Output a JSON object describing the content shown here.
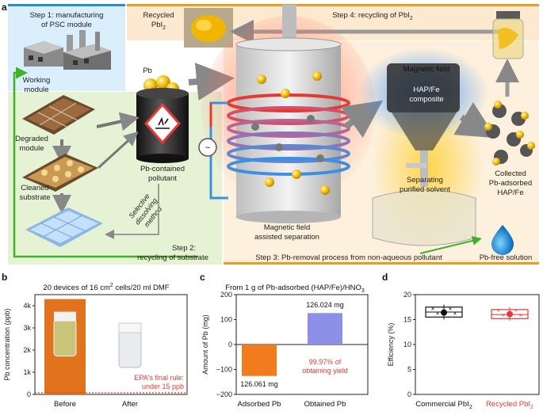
{
  "panel_a": {
    "panel_letter": "a",
    "step1": "Step 1: manufacturing",
    "step1_line2": "of PSC module",
    "recycled_pbi2": "Recycled",
    "recycled_pbi2_line2": "PbI",
    "step4": "Step 4: recycling of PbI",
    "pb": "Pb",
    "working_module": "Working",
    "working_module_line2": "module",
    "degraded_module": "Degraded",
    "degraded_module_line2": "module",
    "cleaned_substrate": "Cleaned",
    "cleaned_substrate_line2": "substrate",
    "pb_pollutant": "Pb-contained",
    "pb_pollutant_line2": "pollutant",
    "selective_method": "Selective",
    "selective_method_line2": "dissolving",
    "selective_method_line3": "method",
    "step2": "Step 2:",
    "step2_line2": "recycling of substrate",
    "magnetic_field_sep": "Magnetic field",
    "magnetic_field_sep_line2": "assisted separation",
    "magnetic_field": "Magnetic field",
    "hap_fe": "HAP/Fe",
    "hap_fe_line2": "composite",
    "separating": "Separating",
    "separating_line2": "purified solvent",
    "collected": "Collected",
    "collected_line2": "Pb-adsorbed",
    "collected_line3": "HAP/Fe",
    "step3": "Step 3: Pb-removal process from non-aqueous pollutant",
    "pb_free": "Pb-free solution",
    "ac_symbol": "~"
  },
  "panel_b": {
    "panel_letter": "b",
    "title": "20 devices of 16 cm",
    "title_sup": "2",
    "title_rest": " cells/20 ml DMF",
    "epa_line1": "EPA's final rule:",
    "epa_line2": "under 15 ppb"
  },
  "panel_c": {
    "panel_letter": "c",
    "title": "From 1 g of Pb-adsorbed (HAP/Fe)/HNO",
    "title_sub": "3",
    "label_adsorbed": "126.061 mg",
    "label_obtained": "126.024 mg",
    "yield_line1": "99.97% of",
    "yield_line2": "obtaining yield"
  },
  "panel_d": {
    "panel_letter": "d",
    "commercial_label": "Commercial PbI",
    "recycled_label": "Recycled PbI",
    "sub2": "2"
  },
  "chart_data": [
    {
      "type": "bar",
      "panel": "b",
      "categories": [
        "Before",
        "After"
      ],
      "values": [
        4300,
        0
      ],
      "ylabel": "Pb concentration (ppb)",
      "yticks": [
        "0",
        "1k",
        "2k",
        "3k",
        "4k"
      ],
      "ylim": [
        0,
        4500
      ],
      "reference_line": {
        "value": 15,
        "label": "EPA's final rule: under 15 ppb"
      }
    },
    {
      "type": "bar",
      "panel": "c",
      "categories": [
        "Adsorbed Pb",
        "Obtained Pb"
      ],
      "values": [
        -126.061,
        126.024
      ],
      "ylabel": "Amount of Pb (mg)",
      "yticks": [
        "−200",
        "−100",
        "0",
        "100",
        "200"
      ],
      "ylim": [
        -200,
        200
      ],
      "colors": [
        "#f27c1d",
        "#8d90e6"
      ]
    },
    {
      "type": "box",
      "panel": "d",
      "categories": [
        "Commercial PbI2",
        "Recycled PbI2"
      ],
      "ylabel": "Efficiency (%)",
      "yticks": [
        "0",
        "5",
        "10",
        "15",
        "20"
      ],
      "ylim": [
        0,
        20
      ],
      "series": [
        {
          "q1": 15.5,
          "median": 16.5,
          "q3": 17.5,
          "whisker_low": 15.0,
          "whisker_high": 18.0,
          "mean": 16.4,
          "color": "#111111"
        },
        {
          "q1": 15.2,
          "median": 16.0,
          "q3": 17.0,
          "whisker_low": 14.8,
          "whisker_high": 17.5,
          "mean": 16.1,
          "color": "#e53935"
        }
      ]
    }
  ]
}
